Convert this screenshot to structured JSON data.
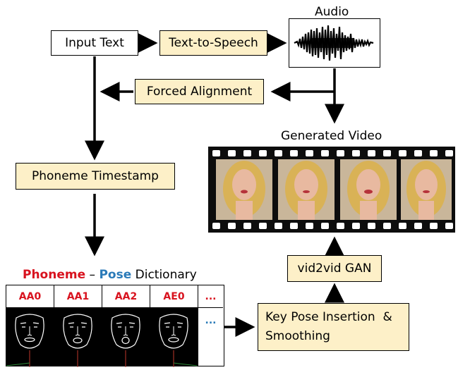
{
  "nodes": {
    "input_text": "Input Text",
    "text_to_speech": "Text-to-Speech",
    "audio_label": "Audio",
    "forced_alignment": "Forced Alignment",
    "generated_video_label": "Generated Video",
    "phoneme_timestamp": "Phoneme Timestamp",
    "vid2vid_gan": "vid2vid GAN",
    "key_pose_insertion_line1": "Key Pose Insertion  &",
    "key_pose_insertion_line2": "Smoothing"
  },
  "dictionary": {
    "title_phoneme": "Phoneme",
    "title_dash": " – ",
    "title_pose": "Pose",
    "title_rest": " Dictionary",
    "columns": [
      "AA0",
      "AA1",
      "AA2",
      "AE0"
    ],
    "more_head": "...",
    "more_body": "..."
  },
  "colors": {
    "box_fill": "#fdf0c8",
    "phoneme_red": "#d8121e",
    "pose_blue": "#2a7ab8",
    "film_black": "#0d0d0d"
  }
}
